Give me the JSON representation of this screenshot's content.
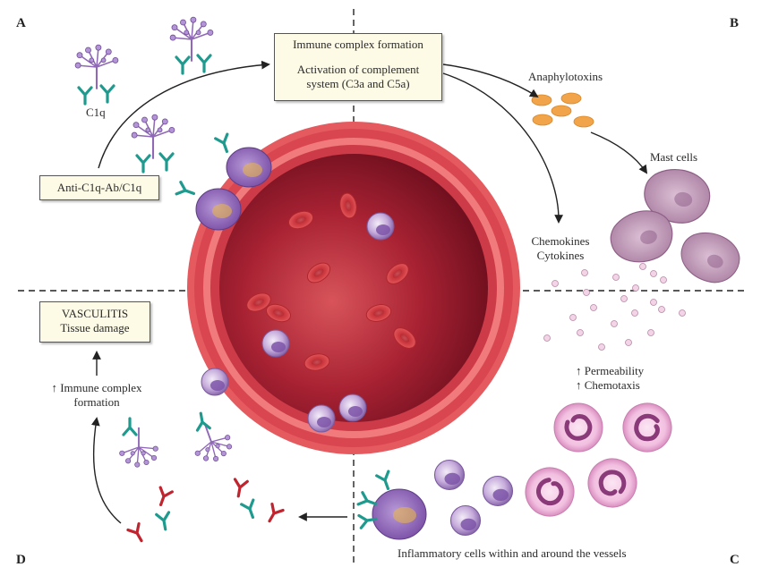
{
  "corners": {
    "a": "A",
    "b": "B",
    "c": "C",
    "d": "D"
  },
  "complex_box": {
    "line1": "Immune complex formation",
    "line2": "Activation of complement",
    "line3": "system (C3a and C5a)"
  },
  "anti_c1q_box": "Anti-C1q-Ab/C1q",
  "vasculitis_box": {
    "line1": "VASCULITIS",
    "line2": "Tissue damage"
  },
  "labels": {
    "c1q": "C1q",
    "anaphylotoxins": "Anaphylotoxins",
    "mast_cells": "Mast cells",
    "chemokines": "Chemokines",
    "cytokines": "Cytokines",
    "permeability": "↑ Permeability",
    "chemotaxis": "↑ Chemotaxis",
    "immune_complex_line1": "↑ Immune complex",
    "immune_complex_line2": "formation",
    "inflammatory": "Inflammatory cells within and around the vessels"
  },
  "colors": {
    "vessel_outer": "#e04a4f",
    "vessel_lumen": "#8e1526",
    "rbc": "#d23a3f",
    "leukocyte": "#b79ad0",
    "anaphylotoxin": "#f2a44a",
    "mast_cell": "#c7a1bd",
    "neutrophil": "#f0c2e0",
    "antibody_teal": "#1e9a8e",
    "antibody_red": "#c0242e",
    "c1q_purple": "#8f68b6"
  },
  "icons": [
    "c1q-icon",
    "antibody-icon",
    "red-blood-cell-icon",
    "leukocyte-icon",
    "mast-cell-icon",
    "neutrophil-icon",
    "arrow-icon"
  ]
}
